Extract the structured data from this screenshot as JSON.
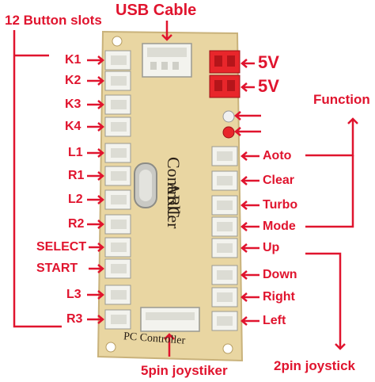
{
  "annotations": {
    "usb_cable": "USB Cable",
    "button_slots": "12 Button slots",
    "function": "Function",
    "joystick_5pin": "5pin joystiker",
    "joystick_2pin": "2pin joystick",
    "power_1": "5V",
    "power_2": "5V"
  },
  "left_labels": [
    "K1",
    "K2",
    "K3",
    "K4",
    "L1",
    "R1",
    "L2",
    "R2",
    "SELECT",
    "START",
    "L3",
    "R3"
  ],
  "right_labels": [
    "Aoto",
    "Clear",
    "Turbo",
    "Mode",
    "Up",
    "Down",
    "Right",
    "Left"
  ],
  "pcb": {
    "title_line1": "ARC",
    "title_line2": "Controller",
    "footer": "PC Controller"
  },
  "colors": {
    "annotation": "#e0142e",
    "board": "#e9d6a2",
    "connector": "#f3f3ee",
    "red_connector": "#e8262b"
  }
}
